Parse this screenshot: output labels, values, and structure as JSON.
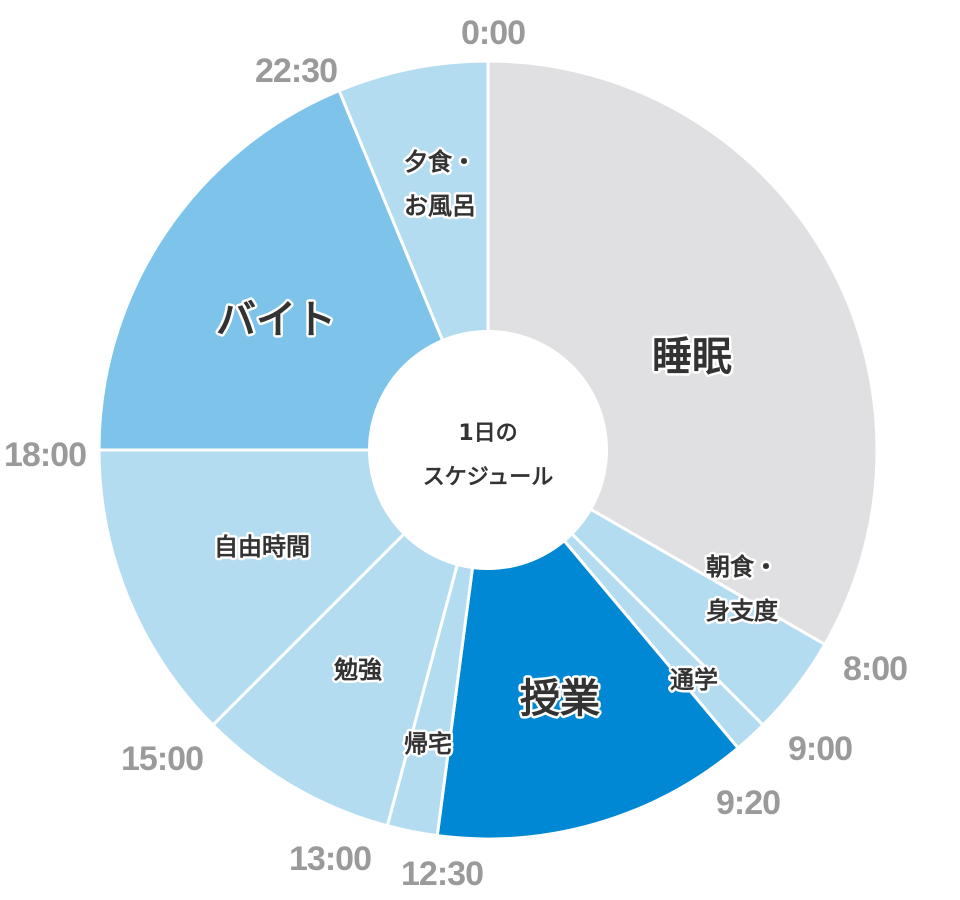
{
  "chart_data": {
    "type": "pie",
    "title": "1日のスケジュール",
    "unit": "hours",
    "segments": [
      {
        "label": [
          "睡眠"
        ],
        "start": 0,
        "end": 8,
        "color": "#e0e0e2",
        "size": "large"
      },
      {
        "label": [
          "朝食・",
          "身支度"
        ],
        "start": 8,
        "end": 9,
        "color": "#b3dcf1",
        "size": "small"
      },
      {
        "label": [
          "通学"
        ],
        "start": 9,
        "end": 9.3333,
        "color": "#b3dcf1",
        "size": "small"
      },
      {
        "label": [
          "授業"
        ],
        "start": 9.3333,
        "end": 12.5,
        "color": "#0088d4",
        "size": "large"
      },
      {
        "label": [
          "帰宅"
        ],
        "start": 12.5,
        "end": 13,
        "color": "#b3dcf1",
        "size": "small"
      },
      {
        "label": [
          "勉強"
        ],
        "start": 13,
        "end": 15,
        "color": "#b3dcf1",
        "size": "small"
      },
      {
        "label": [
          "自由時間"
        ],
        "start": 15,
        "end": 18,
        "color": "#b3dcf1",
        "size": "small"
      },
      {
        "label": [
          "バイト"
        ],
        "start": 18,
        "end": 22.5,
        "color": "#7dc3ea",
        "size": "large"
      },
      {
        "label": [
          "夕食・",
          "お風呂"
        ],
        "start": 22.5,
        "end": 24,
        "color": "#b3dcf1",
        "size": "small"
      }
    ],
    "time_labels": [
      "0:00",
      "8:00",
      "9:00",
      "9:20",
      "12:30",
      "13:00",
      "15:00",
      "18:00",
      "22:30"
    ]
  }
}
